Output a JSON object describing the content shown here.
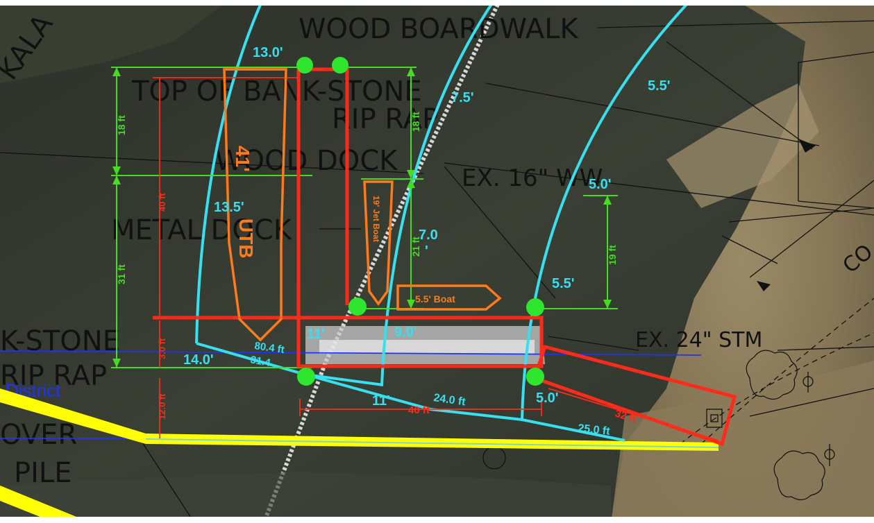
{
  "colors": {
    "water": "#353a30",
    "shore": "#8c7d5c",
    "dock_outline": "#ff2a1a",
    "radius_arc": "#37e0f0",
    "dimension": "#44dd22",
    "boat": "#ff7a1a",
    "property_line": "#ffff00",
    "district_label": "#1e32ff"
  },
  "cad_labels": {
    "wood_boardwalk": "WOOD BOARDWALK",
    "top_of_bank": "TOP OF BANK-STONE",
    "rip_rap_1": "RIP RAP",
    "wood_dock": "WOOD DOCK",
    "ex_16": "EX. 16\" WW",
    "metal_dock": "METAL DOCK",
    "stone_left": "K-STONE",
    "rip_rap_2": "RIP RAP",
    "ex_24": "EX. 24\" STM",
    "over": "OVER",
    "pile": "PILE",
    "kala": "KALA",
    "co": "CO"
  },
  "district_label": "District",
  "radius_labels": {
    "r_13_0": "13.0'",
    "r_7_5": "7.5'",
    "r_5_5_top": "5.5'",
    "r_13_5": "13.5'",
    "r_5_0_top": "5.0'",
    "r_7_0_a": "7.0",
    "r_7_0_b": "'",
    "r_5_5_mid": "5.5'",
    "r_11_top": "11'",
    "r_9_0": "9.0'",
    "r_80_4": "80.4 ft",
    "r_14_0": "14.0'",
    "r_31_4": "31.4",
    "r_11_bottom": "11'",
    "r_24_0": "24.0 ft",
    "r_5_0_bottom": "5.0'",
    "r_25_0": "25.0 ft"
  },
  "dimension_labels": {
    "d_18_left": "18 ft",
    "d_31_left": "31 ft",
    "d_18_right": "18 ft",
    "d_21_right": "21 ft",
    "d_19_right": "19 ft"
  },
  "red_dimension_labels": {
    "d_40_vertical": "40 ft",
    "d_3_0": "3.0 ft",
    "d_12_0": "12.0 ft",
    "d_40_horizontal": "40 ft",
    "d_32": "32 ft"
  },
  "boats": {
    "utb_length": "41'",
    "utb_name": "UTB",
    "jet_boat": "19' Jet Boat",
    "small_boat": "5.5' Boat"
  }
}
